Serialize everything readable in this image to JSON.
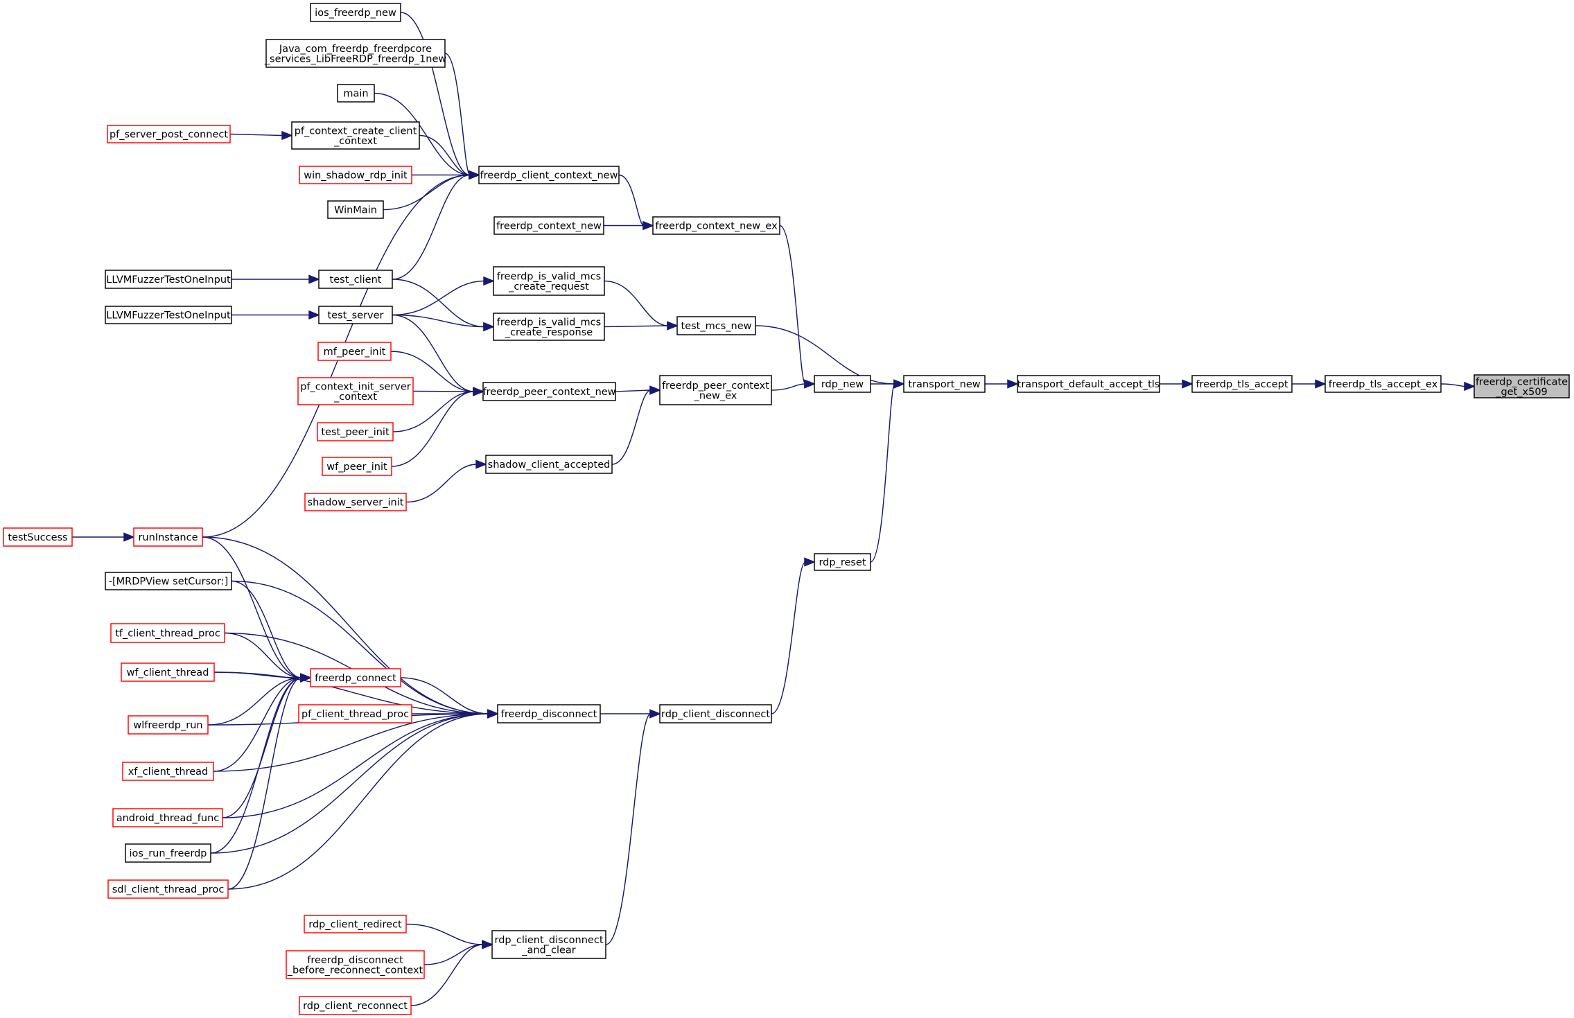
{
  "nodes": [
    {
      "id": "root",
      "lines": [
        "freerdp_certificate",
        "_get_x509"
      ],
      "style": "root"
    },
    {
      "id": "tls_accept_ex",
      "lines": [
        "freerdp_tls_accept_ex"
      ],
      "style": "black"
    },
    {
      "id": "tls_accept",
      "lines": [
        "freerdp_tls_accept"
      ],
      "style": "black"
    },
    {
      "id": "transport_default_accept_tls",
      "lines": [
        "transport_default_accept_tls"
      ],
      "style": "black"
    },
    {
      "id": "transport_new",
      "lines": [
        "transport_new"
      ],
      "style": "black"
    },
    {
      "id": "rdp_new",
      "lines": [
        "rdp_new"
      ],
      "style": "black"
    },
    {
      "id": "rdp_reset",
      "lines": [
        "rdp_reset"
      ],
      "style": "black"
    },
    {
      "id": "context_new_ex",
      "lines": [
        "freerdp_context_new_ex"
      ],
      "style": "black"
    },
    {
      "id": "test_mcs_new",
      "lines": [
        "test_mcs_new"
      ],
      "style": "black"
    },
    {
      "id": "peer_context_new_ex",
      "lines": [
        "freerdp_peer_context",
        "_new_ex"
      ],
      "style": "black"
    },
    {
      "id": "rdp_client_disconnect",
      "lines": [
        "rdp_client_disconnect"
      ],
      "style": "black"
    },
    {
      "id": "client_context_new",
      "lines": [
        "freerdp_client_context_new"
      ],
      "style": "black"
    },
    {
      "id": "context_new",
      "lines": [
        "freerdp_context_new"
      ],
      "style": "black"
    },
    {
      "id": "valid_mcs_req",
      "lines": [
        "freerdp_is_valid_mcs",
        "_create_request"
      ],
      "style": "black"
    },
    {
      "id": "valid_mcs_resp",
      "lines": [
        "freerdp_is_valid_mcs",
        "_create_response"
      ],
      "style": "black"
    },
    {
      "id": "peer_context_new",
      "lines": [
        "freerdp_peer_context_new"
      ],
      "style": "black"
    },
    {
      "id": "shadow_client_accepted",
      "lines": [
        "shadow_client_accepted"
      ],
      "style": "black"
    },
    {
      "id": "freerdp_disconnect",
      "lines": [
        "freerdp_disconnect"
      ],
      "style": "black"
    },
    {
      "id": "disconnect_and_clear",
      "lines": [
        "rdp_client_disconnect",
        "_and_clear"
      ],
      "style": "black"
    },
    {
      "id": "ios_freerdp_new",
      "lines": [
        "ios_freerdp_new"
      ],
      "style": "black"
    },
    {
      "id": "java_new",
      "lines": [
        "Java_com_freerdp_freerdpcore",
        "_services_LibFreeRDP_freerdp_1new"
      ],
      "style": "black"
    },
    {
      "id": "main",
      "lines": [
        "main"
      ],
      "style": "black"
    },
    {
      "id": "pf_ctx_create_client",
      "lines": [
        "pf_context_create_client",
        "_context"
      ],
      "style": "black"
    },
    {
      "id": "pf_server_post_connect",
      "lines": [
        "pf_server_post_connect"
      ],
      "style": "red"
    },
    {
      "id": "win_shadow_rdp_init",
      "lines": [
        "win_shadow_rdp_init"
      ],
      "style": "red"
    },
    {
      "id": "winmain",
      "lines": [
        "WinMain"
      ],
      "style": "black"
    },
    {
      "id": "test_client",
      "lines": [
        "test_client"
      ],
      "style": "black"
    },
    {
      "id": "test_server",
      "lines": [
        "test_server"
      ],
      "style": "black"
    },
    {
      "id": "llvm1",
      "lines": [
        "LLVMFuzzerTestOneInput"
      ],
      "style": "black"
    },
    {
      "id": "llvm2",
      "lines": [
        "LLVMFuzzerTestOneInput"
      ],
      "style": "black"
    },
    {
      "id": "mf_peer_init",
      "lines": [
        "mf_peer_init"
      ],
      "style": "red"
    },
    {
      "id": "pf_ctx_init_server",
      "lines": [
        "pf_context_init_server",
        "_context"
      ],
      "style": "red"
    },
    {
      "id": "test_peer_init",
      "lines": [
        "test_peer_init"
      ],
      "style": "red"
    },
    {
      "id": "wf_peer_init",
      "lines": [
        "wf_peer_init"
      ],
      "style": "red"
    },
    {
      "id": "shadow_server_init",
      "lines": [
        "shadow_server_init"
      ],
      "style": "red"
    },
    {
      "id": "run_instance",
      "lines": [
        "runInstance"
      ],
      "style": "red"
    },
    {
      "id": "test_success",
      "lines": [
        "testSuccess"
      ],
      "style": "red"
    },
    {
      "id": "mrdp_setcursor",
      "lines": [
        "-[MRDPView setCursor:]"
      ],
      "style": "black"
    },
    {
      "id": "tf_client_thread_proc",
      "lines": [
        "tf_client_thread_proc"
      ],
      "style": "red"
    },
    {
      "id": "wf_client_thread",
      "lines": [
        "wf_client_thread"
      ],
      "style": "red"
    },
    {
      "id": "freerdp_connect",
      "lines": [
        "freerdp_connect"
      ],
      "style": "red"
    },
    {
      "id": "pf_client_thread_proc",
      "lines": [
        "pf_client_thread_proc"
      ],
      "style": "red"
    },
    {
      "id": "wlfreerdp_run",
      "lines": [
        "wlfreerdp_run"
      ],
      "style": "red"
    },
    {
      "id": "xf_client_thread",
      "lines": [
        "xf_client_thread"
      ],
      "style": "red"
    },
    {
      "id": "android_thread_func",
      "lines": [
        "android_thread_func"
      ],
      "style": "red"
    },
    {
      "id": "ios_run_freerdp",
      "lines": [
        "ios_run_freerdp"
      ],
      "style": "black"
    },
    {
      "id": "sdl_client_thread_proc",
      "lines": [
        "sdl_client_thread_proc"
      ],
      "style": "red"
    },
    {
      "id": "rdp_client_redirect",
      "lines": [
        "rdp_client_redirect"
      ],
      "style": "red"
    },
    {
      "id": "disconnect_before_reconnect",
      "lines": [
        "freerdp_disconnect",
        "_before_reconnect_context"
      ],
      "style": "red"
    },
    {
      "id": "rdp_client_reconnect",
      "lines": [
        "rdp_client_reconnect"
      ],
      "style": "red"
    }
  ],
  "edges": [
    [
      "tls_accept_ex",
      "root"
    ],
    [
      "tls_accept",
      "tls_accept_ex"
    ],
    [
      "transport_default_accept_tls",
      "tls_accept"
    ],
    [
      "transport_new",
      "transport_default_accept_tls"
    ],
    [
      "rdp_new",
      "transport_new"
    ],
    [
      "test_mcs_new",
      "transport_new"
    ],
    [
      "rdp_reset",
      "transport_new"
    ],
    [
      "context_new_ex",
      "rdp_new"
    ],
    [
      "peer_context_new_ex",
      "rdp_new"
    ],
    [
      "rdp_client_disconnect",
      "rdp_reset"
    ],
    [
      "client_context_new",
      "context_new_ex"
    ],
    [
      "context_new",
      "context_new_ex"
    ],
    [
      "valid_mcs_req",
      "test_mcs_new"
    ],
    [
      "valid_mcs_resp",
      "test_mcs_new"
    ],
    [
      "peer_context_new",
      "peer_context_new_ex"
    ],
    [
      "shadow_client_accepted",
      "peer_context_new_ex"
    ],
    [
      "freerdp_disconnect",
      "rdp_client_disconnect"
    ],
    [
      "disconnect_and_clear",
      "rdp_client_disconnect"
    ],
    [
      "ios_freerdp_new",
      "client_context_new"
    ],
    [
      "java_new",
      "client_context_new"
    ],
    [
      "main",
      "client_context_new"
    ],
    [
      "pf_ctx_create_client",
      "client_context_new"
    ],
    [
      "win_shadow_rdp_init",
      "client_context_new"
    ],
    [
      "winmain",
      "client_context_new"
    ],
    [
      "test_client",
      "client_context_new"
    ],
    [
      "run_instance",
      "client_context_new"
    ],
    [
      "pf_server_post_connect",
      "pf_ctx_create_client"
    ],
    [
      "llvm1",
      "test_client"
    ],
    [
      "llvm2",
      "test_server"
    ],
    [
      "test_client",
      "valid_mcs_resp"
    ],
    [
      "test_server",
      "valid_mcs_req"
    ],
    [
      "test_server",
      "valid_mcs_resp"
    ],
    [
      "test_server",
      "peer_context_new"
    ],
    [
      "mf_peer_init",
      "peer_context_new"
    ],
    [
      "pf_ctx_init_server",
      "peer_context_new"
    ],
    [
      "test_peer_init",
      "peer_context_new"
    ],
    [
      "wf_peer_init",
      "peer_context_new"
    ],
    [
      "shadow_server_init",
      "shadow_client_accepted"
    ],
    [
      "test_success",
      "run_instance"
    ],
    [
      "run_instance",
      "freerdp_connect"
    ],
    [
      "run_instance",
      "freerdp_disconnect"
    ],
    [
      "mrdp_setcursor",
      "freerdp_connect"
    ],
    [
      "mrdp_setcursor",
      "freerdp_disconnect"
    ],
    [
      "tf_client_thread_proc",
      "freerdp_connect"
    ],
    [
      "tf_client_thread_proc",
      "freerdp_disconnect"
    ],
    [
      "wf_client_thread",
      "freerdp_connect"
    ],
    [
      "wf_client_thread",
      "freerdp_disconnect"
    ],
    [
      "freerdp_connect",
      "freerdp_disconnect"
    ],
    [
      "pf_client_thread_proc",
      "freerdp_disconnect"
    ],
    [
      "wlfreerdp_run",
      "freerdp_connect"
    ],
    [
      "wlfreerdp_run",
      "freerdp_disconnect"
    ],
    [
      "xf_client_thread",
      "freerdp_connect"
    ],
    [
      "xf_client_thread",
      "freerdp_disconnect"
    ],
    [
      "android_thread_func",
      "freerdp_connect"
    ],
    [
      "android_thread_func",
      "freerdp_disconnect"
    ],
    [
      "ios_run_freerdp",
      "freerdp_connect"
    ],
    [
      "ios_run_freerdp",
      "freerdp_disconnect"
    ],
    [
      "sdl_client_thread_proc",
      "freerdp_connect"
    ],
    [
      "sdl_client_thread_proc",
      "freerdp_disconnect"
    ],
    [
      "rdp_client_redirect",
      "disconnect_and_clear"
    ],
    [
      "disconnect_before_reconnect",
      "disconnect_and_clear"
    ],
    [
      "rdp_client_reconnect",
      "disconnect_and_clear"
    ]
  ],
  "colors": {
    "edge": "#191970",
    "node_border": "#000000",
    "caller_border": "#ff0000",
    "root_fill": "#bfbfbf"
  }
}
